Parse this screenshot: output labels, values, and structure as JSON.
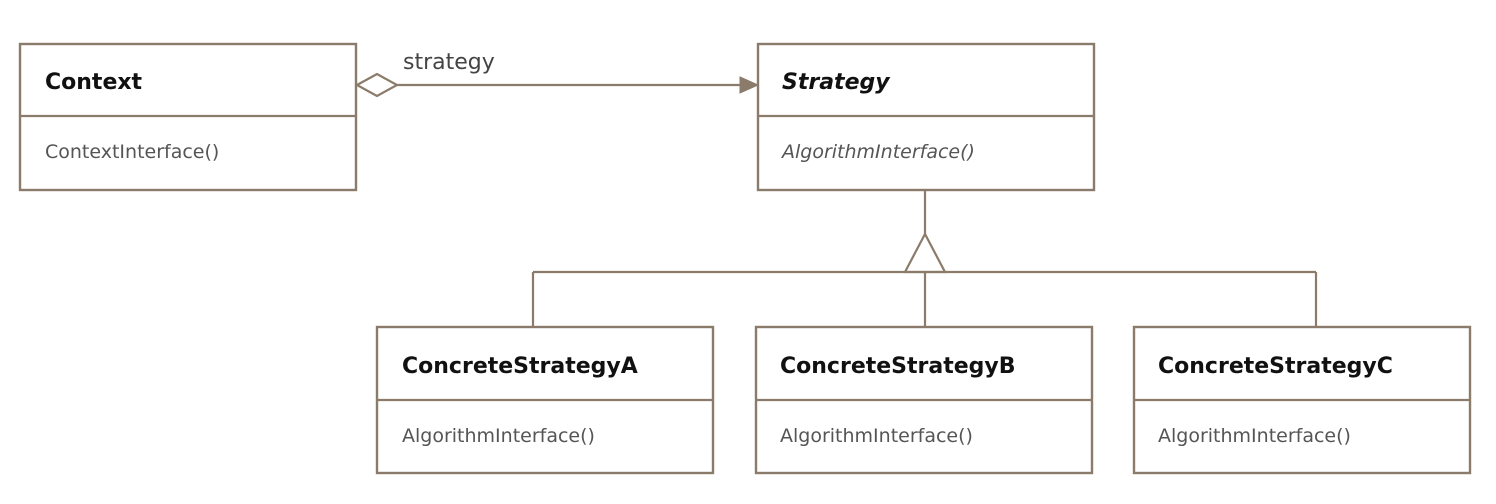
{
  "classes": {
    "context": {
      "name": "Context",
      "operation": "ContextInterface()"
    },
    "strategy": {
      "name": "Strategy",
      "operation": "AlgorithmInterface()",
      "abstract": true
    },
    "concrete_a": {
      "name": "ConcreteStrategyA",
      "operation": "AlgorithmInterface()"
    },
    "concrete_b": {
      "name": "ConcreteStrategyB",
      "operation": "AlgorithmInterface()"
    },
    "concrete_c": {
      "name": "ConcreteStrategyC",
      "operation": "AlgorithmInterface()"
    }
  },
  "relations": {
    "aggregation": {
      "from": "Context",
      "to": "Strategy",
      "role_label": "strategy"
    },
    "generalization": {
      "parent": "Strategy",
      "children": [
        "ConcreteStrategyA",
        "ConcreteStrategyB",
        "ConcreteStrategyC"
      ]
    }
  },
  "colors": {
    "line": "#8a7b6a",
    "class_name_text": "#111111",
    "operation_text": "#555555"
  }
}
